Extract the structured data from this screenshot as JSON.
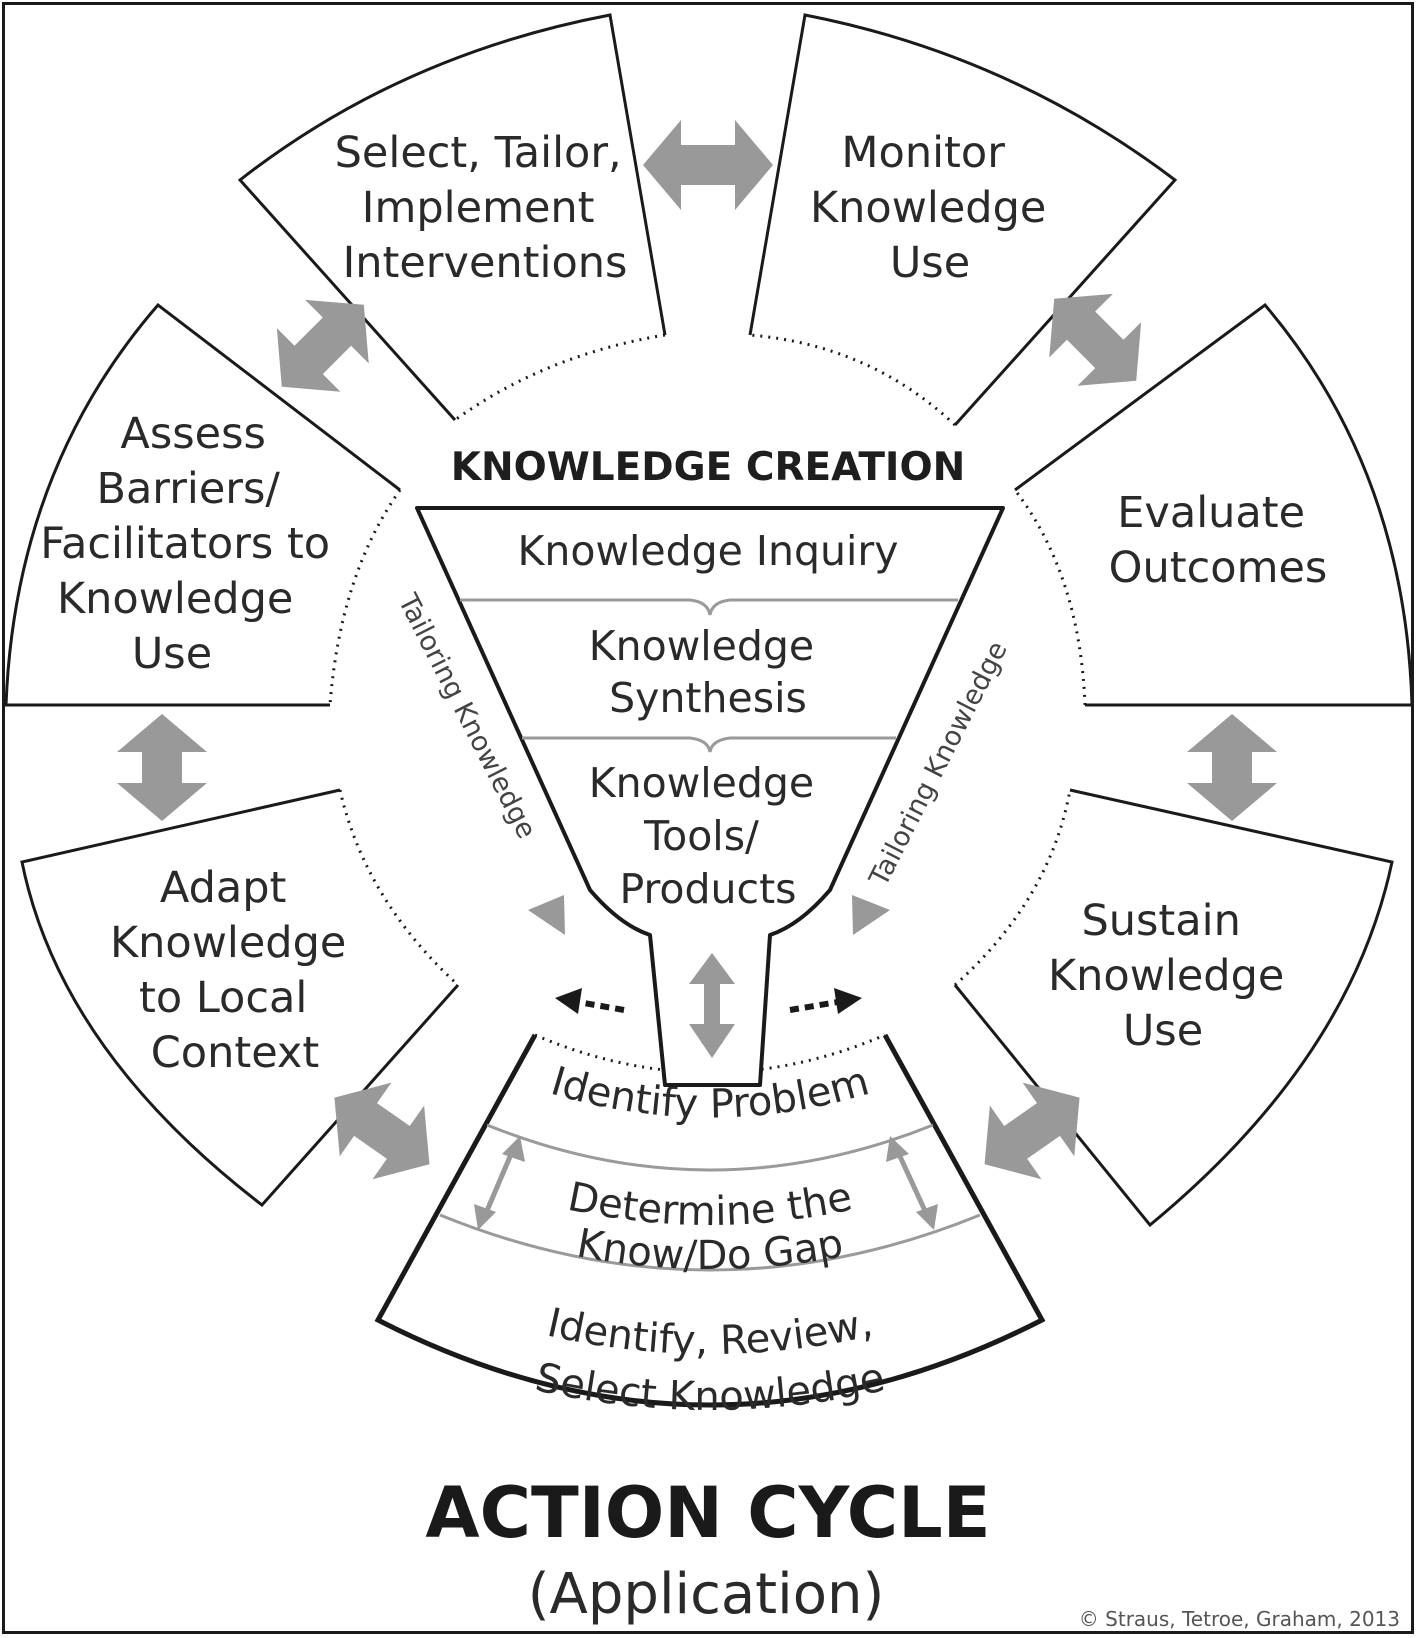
{
  "segments": {
    "select": [
      "Select, Tailor,",
      "Implement",
      "Interventions"
    ],
    "monitor": [
      "Monitor",
      "Knowledge",
      "Use"
    ],
    "assess": [
      "Assess",
      "Barriers/",
      "Facilitators to",
      "Knowledge",
      "Use"
    ],
    "evaluate": [
      "Evaluate",
      "Outcomes"
    ],
    "adapt": [
      "Adapt",
      "Knowledge",
      "to Local",
      "Context"
    ],
    "sustain": [
      "Sustain",
      "Knowledge",
      "Use"
    ]
  },
  "core": {
    "title": "KNOWLEDGE CREATION",
    "inquiry": "Knowledge Inquiry",
    "synthesis": [
      "Knowledge",
      "Synthesis"
    ],
    "tools": [
      "Knowledge",
      "Tools/",
      "Products"
    ],
    "left_label": "Tailoring Knowledge",
    "right_label": "Tailoring Knowledge"
  },
  "base": {
    "identify": "Identify Problem",
    "gap": [
      "Determine the",
      "Know/Do Gap"
    ],
    "review": [
      "Identify, Review,",
      "Select Knowledge"
    ]
  },
  "footer": {
    "title": "ACTION CYCLE",
    "subtitle": "(Application)",
    "copyright": "© Straus, Tetroe, Graham, 2013"
  },
  "colors": {
    "outline": "#1a1a1a",
    "arrow": "#999999",
    "divider": "#9a9a9a",
    "text": "#2a2a2a"
  }
}
